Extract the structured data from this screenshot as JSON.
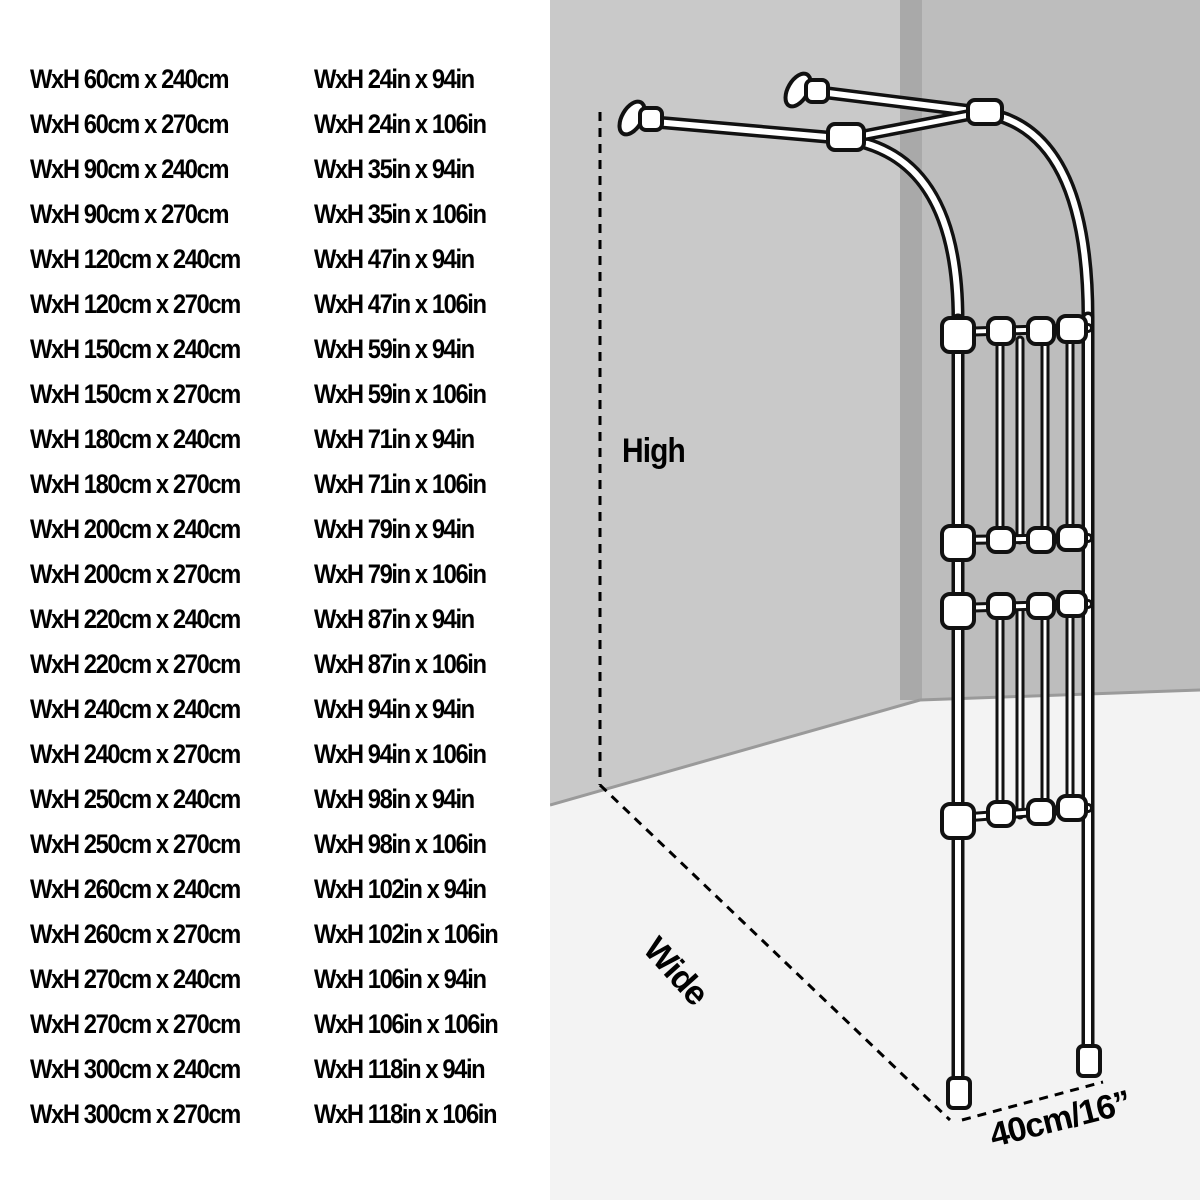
{
  "sizes_cm": [
    "WxH 60cm x 240cm",
    "WxH 60cm x 270cm",
    "WxH 90cm x 240cm",
    "WxH 90cm x 270cm",
    "WxH 120cm x 240cm",
    "WxH 120cm x 270cm",
    "WxH 150cm x 240cm",
    "WxH 150cm x 270cm",
    "WxH 180cm x 240cm",
    "WxH 180cm x 270cm",
    "WxH 200cm x 240cm",
    "WxH 200cm x 270cm",
    "WxH 220cm x 240cm",
    "WxH 220cm x 270cm",
    "WxH 240cm x 240cm",
    "WxH 240cm x 270cm",
    "WxH 250cm x 240cm",
    "WxH 250cm x 270cm",
    "WxH 260cm x 240cm",
    "WxH 260cm x 270cm",
    "WxH 270cm x 240cm",
    "WxH 270cm x 270cm",
    "WxH 300cm x 240cm",
    "WxH 300cm x 270cm"
  ],
  "sizes_in": [
    "WxH 24in x 94in",
    "WxH 24in x 106in",
    "WxH 35in x 94in",
    "WxH 35in x 106in",
    "WxH 47in x 94in",
    "WxH 47in x 106in",
    "WxH 59in x 94in",
    "WxH 59in x 106in",
    "WxH 71in x 94in",
    "WxH 71in x 106in",
    "WxH 79in x 94in",
    "WxH 79in x 106in",
    "WxH 87in x 94in",
    "WxH 87in x 106in",
    "WxH 94in x 94in",
    "WxH 94in x 106in",
    "WxH 98in x 94in",
    "WxH 98in x 106in",
    "WxH 102in x 94in",
    "WxH 102in x 106in",
    "WxH 106in x 94in",
    "WxH 106in x 106in",
    "WxH 118in x 94in",
    "WxH 118in x 106in"
  ],
  "dimension_labels": {
    "high": "High",
    "wide": "Wide",
    "depth": "40cm/16”"
  },
  "colors": {
    "wall": "#c9c9c9",
    "wall_corner": "#a9a9a9",
    "floor": "#f3f3f3",
    "frame": "#111111"
  }
}
